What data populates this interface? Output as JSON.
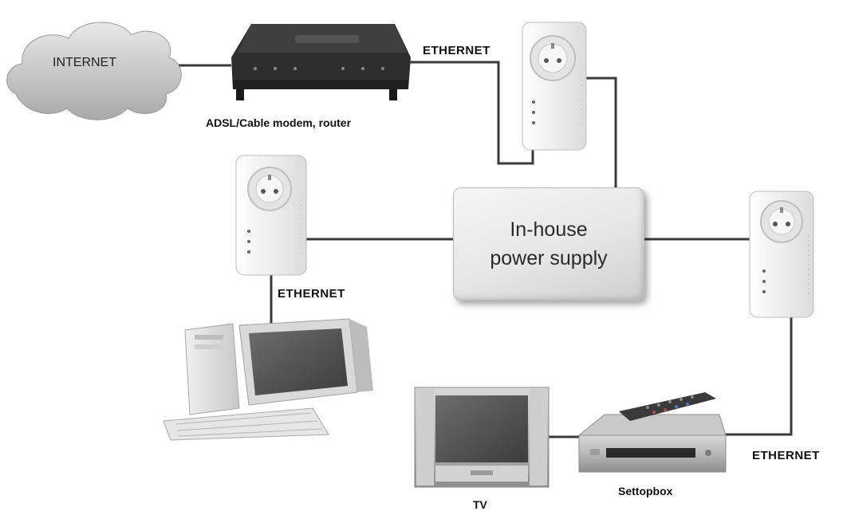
{
  "diagram": {
    "internet": {
      "label": "INTERNET"
    },
    "modem": {
      "label": "ADSL/Cable modem, router"
    },
    "power_supply": {
      "label": "In-house\npower supply"
    },
    "connections": {
      "ethernet_top": "ETHERNET",
      "ethernet_left": "ETHERNET",
      "ethernet_right": "ETHERNET"
    },
    "settopbox": {
      "label": "Settopbox"
    },
    "tv": {
      "label": "TV"
    }
  },
  "colors": {
    "wire": "#3a3a3a",
    "device_dark": "#2e2e2e",
    "adapter_white": "#f2f2f2",
    "cloud": "#c9c9c9"
  }
}
